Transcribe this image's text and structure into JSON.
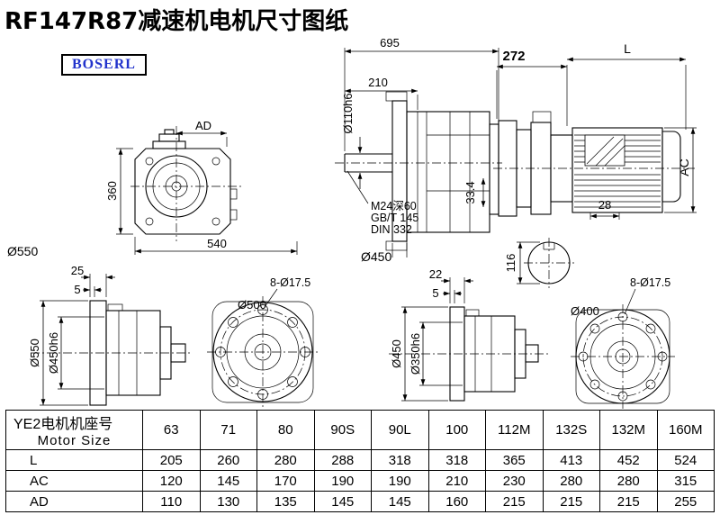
{
  "page": {
    "title": "RF147R87减速机电机尺寸图纸",
    "logo": "BOSERL"
  },
  "views": {
    "front": {
      "ad": "AD",
      "d360": "360",
      "d540": "540",
      "dia550": "Ø550"
    },
    "side": {
      "d695": "695",
      "d210": "210",
      "dia110": "Ø110h6",
      "thread": "M24深60",
      "gb": "GB/T 145",
      "din": "DIN 332",
      "d334": "33.4",
      "dia450": "Ø450"
    },
    "motor": {
      "d272": "272",
      "dimL": "L",
      "ac": "AC",
      "d28": "28",
      "d116": "116"
    },
    "flange1": {
      "d25": "25",
      "d5": "5",
      "dia550": "Ø550",
      "dia450h6": "Ø450h6"
    },
    "face1": {
      "holes": "8-Ø17.5",
      "dia500": "Ø500"
    },
    "flange2": {
      "d22": "22",
      "d5": "5",
      "dia450": "Ø450",
      "dia350h6": "Ø350h6"
    },
    "face2": {
      "holes": "8-Ø17.5",
      "dia400": "Ø400"
    }
  },
  "table": {
    "header_cn": "YE2电机机座号",
    "header_en": "Motor Size",
    "sizes": [
      "63",
      "71",
      "80",
      "90S",
      "90L",
      "100",
      "112M",
      "132S",
      "132M",
      "160M"
    ],
    "rows": [
      {
        "label": "L",
        "values": [
          "205",
          "260",
          "280",
          "288",
          "318",
          "318",
          "365",
          "413",
          "452",
          "524"
        ]
      },
      {
        "label": "AC",
        "values": [
          "120",
          "145",
          "170",
          "190",
          "190",
          "210",
          "230",
          "280",
          "280",
          "315"
        ]
      },
      {
        "label": "AD",
        "values": [
          "110",
          "130",
          "135",
          "145",
          "145",
          "160",
          "215",
          "215",
          "215",
          "255"
        ]
      }
    ]
  }
}
